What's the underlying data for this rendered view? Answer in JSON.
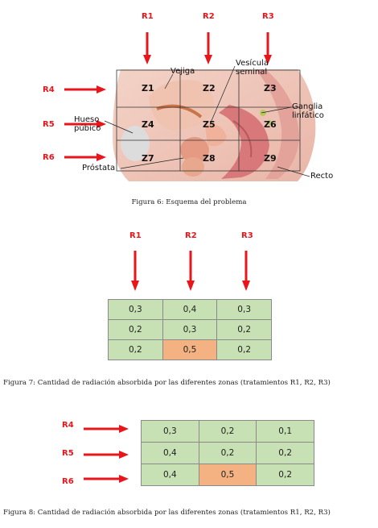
{
  "figure6": {
    "rays_top": [
      "R1",
      "R2",
      "R3"
    ],
    "rays_left": [
      "R4",
      "R5",
      "R6"
    ],
    "zones": [
      "Z1",
      "Z2",
      "Z3",
      "Z4",
      "Z5",
      "Z6",
      "Z7",
      "Z8",
      "Z9"
    ],
    "labels": {
      "vejiga": "Vejiga",
      "vesicula_1": "Vesícula",
      "vesicula_2": "seminal",
      "ganglia_1": "Ganglia",
      "ganglia_2": "linfático",
      "hueso_1": "Hueso",
      "hueso_2": "púbico",
      "prostata": "Próstata",
      "recto": "Recto"
    },
    "caption": "Figura 6: Esquema del problema"
  },
  "figure7": {
    "rays": [
      "R1",
      "R2",
      "R3"
    ],
    "rows": [
      [
        "0,3",
        "0,4",
        "0,3"
      ],
      [
        "0,2",
        "0,3",
        "0,2"
      ],
      [
        "0,2",
        "0,5",
        "0,2"
      ]
    ],
    "caption": "Figura 7: Cantidad de radiación absorbida por las diferentes zonas (tratamientos R1, R2, R3)"
  },
  "figure8": {
    "rays": [
      "R4",
      "R5",
      "R6"
    ],
    "rows": [
      [
        "0,3",
        "0,2",
        "0,1"
      ],
      [
        "0,4",
        "0,2",
        "0,2"
      ],
      [
        "0,4",
        "0,5",
        "0,2"
      ]
    ],
    "caption": "Figura 8: Cantidad de radiación absorbida por las diferentes zonas (tratamientos R1, R2, R3)"
  },
  "colors": {
    "arrow_red": "#e8161b",
    "cell_green": "#c7e1b4",
    "cell_highlight": "#f4b283"
  }
}
